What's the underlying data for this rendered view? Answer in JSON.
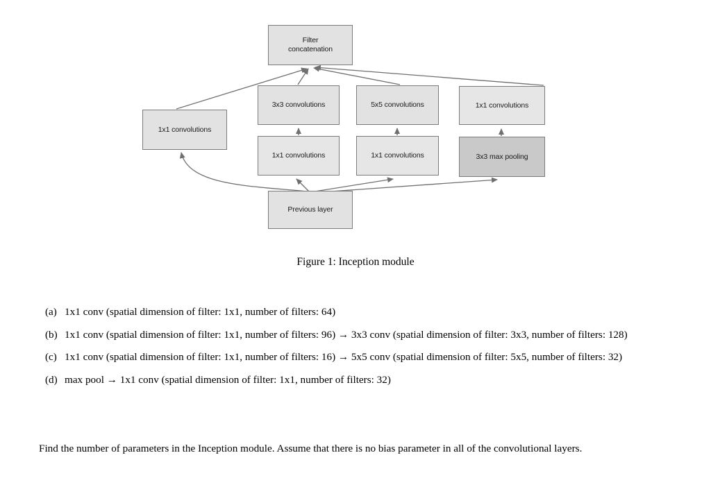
{
  "figure": {
    "nodes": {
      "filter_concatenation": "Filter\nconcatenation",
      "filter_concatenation_line1": "Filter",
      "filter_concatenation_line2": "concatenation",
      "left_1x1": "1x1 convolutions",
      "conv_3x3": "3x3 convolutions",
      "reduce_3x3": "1x1 convolutions",
      "conv_5x5": "5x5 convolutions",
      "reduce_5x5": "1x1 convolutions",
      "pool_proj_1x1": "1x1 convolutions",
      "max_pool": "3x3 max pooling",
      "previous_layer": "Previous layer"
    },
    "colors": {
      "box_fill_light": "#e6e6e6",
      "box_fill": "#e2e2e2",
      "box_fill_dark": "#c9c9c9",
      "box_border": "#7a7a7a",
      "arrow": "#6f6f6f",
      "background": "#ffffff"
    },
    "caption": "Figure 1: Inception module"
  },
  "enumerated_list": [
    {
      "marker": "(a)",
      "text": "1x1 conv (spatial dimension of filter: 1x1, number of filters: 64)"
    },
    {
      "marker": "(b)",
      "text": "1x1 conv (spatial dimension of filter: 1x1, number of filters: 96) → 3x3 conv (spatial dimension of filter: 3x3, number of filters: 128)"
    },
    {
      "marker": "(c)",
      "text": "1x1 conv (spatial dimension of filter: 1x1, number of filters: 16) → 5x5 conv (spatial dimension of filter: 5x5, number of filters: 32)"
    },
    {
      "marker": "(d)",
      "text": "max pool → 1x1 conv (spatial dimension of filter: 1x1, number of filters: 32)"
    }
  ],
  "closing_paragraph": "Find the number of parameters in the Inception module. Assume that there is no bias parameter in all of the convolutional layers."
}
